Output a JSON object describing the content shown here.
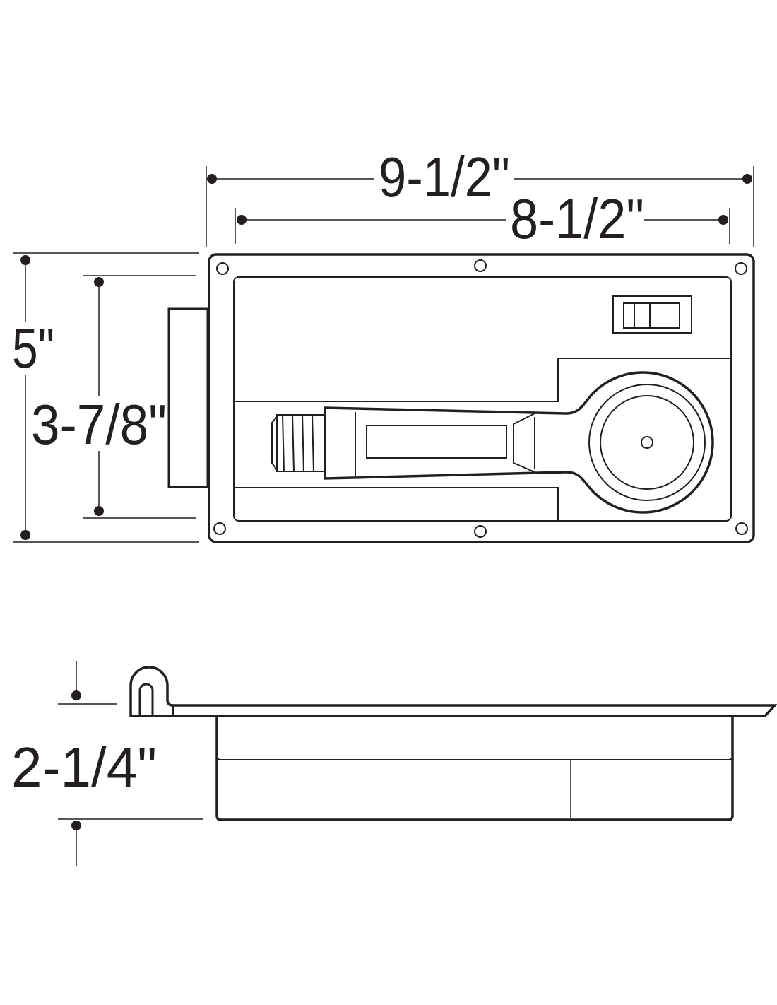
{
  "title": "Dimension drawing",
  "dimensions": {
    "overall_width": "9-1/2\"",
    "cutout_width": "8-1/2\"",
    "overall_height": "5\"",
    "cutout_height": "3-7/8\"",
    "depth": "2-1/4\""
  },
  "colors": {
    "line": "#231f20",
    "background": "#ffffff"
  }
}
